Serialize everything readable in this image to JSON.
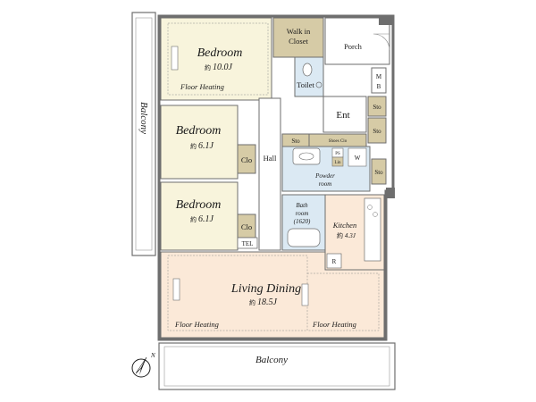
{
  "colors": {
    "room_fill": "#f8f4dc",
    "living_fill": "#fbe9d8",
    "wet_fill": "#dbe9f3",
    "closet_fill": "#d6cba6",
    "hall_fill": "#ffffff",
    "balcony_fill": "#ffffff",
    "wall": "#6e6e6e",
    "text": "#1a1a1a"
  },
  "rooms": {
    "bedroom1": {
      "name": "Bedroom",
      "prefix": "約",
      "size": "10.0J",
      "note": "Floor Heating"
    },
    "bedroom2": {
      "name": "Bedroom",
      "prefix": "約",
      "size": "6.1J"
    },
    "bedroom3": {
      "name": "Bedroom",
      "prefix": "約",
      "size": "6.1J"
    },
    "living": {
      "name": "Living Dining",
      "prefix": "約",
      "size": "18.5J"
    },
    "kitchen": {
      "name": "Kitchen",
      "prefix": "約",
      "size": "4.3J"
    }
  },
  "labels": {
    "walk_in_line1": "Walk in",
    "walk_in_line2": "Closet",
    "porch": "Porch",
    "toilet": "Toilet",
    "mb_m": "M",
    "mb_b": "B",
    "ent": "Ent",
    "sto": "Sto",
    "shoes_clo": "Shoes Clo",
    "ps": "PS",
    "lin": "Lin",
    "w": "W",
    "powder_line1": "Powder",
    "powder_line2": "room",
    "hall": "Hall",
    "clo": "Clo",
    "tel": "TEL",
    "bath_line1": "Bath",
    "bath_line2": "room",
    "bath_line3": "(1620)",
    "r": "R",
    "balcony_side": "Balcony",
    "balcony_bottom": "Balcony",
    "floor_heating": "Floor Heating",
    "compass_n": "N"
  }
}
